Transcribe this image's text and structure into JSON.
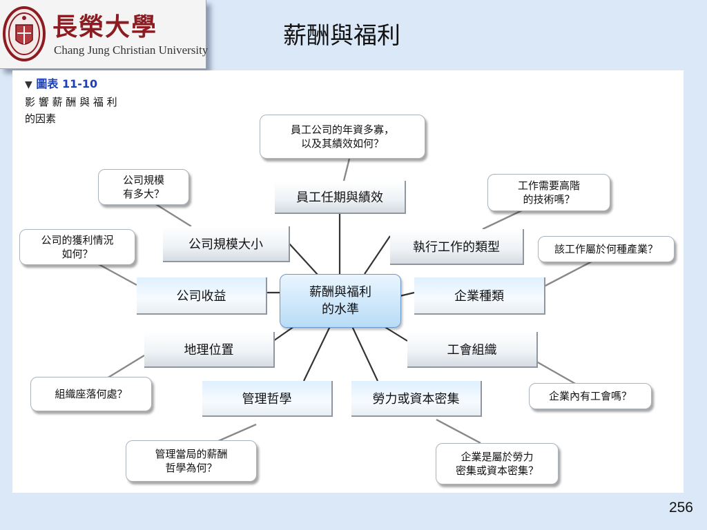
{
  "header": {
    "university_name_cn": "長榮大學",
    "university_name_en": "Chang Jung Christian University",
    "slide_title": "薪酬與福利"
  },
  "figure": {
    "label_prefix": "▼",
    "label_title": "圖表",
    "label_number": "11-10",
    "caption_line1": "影 響 薪 酬 與 福 利",
    "caption_line2": "的因素",
    "center_line1": "薪酬與福利",
    "center_line2": "的水準",
    "factors": {
      "tenure": "員工任期與績效",
      "size": "公司規模大小",
      "profit": "公司收益",
      "location": "地理位置",
      "philosophy": "管理哲學",
      "job_type": "執行工作的類型",
      "industry": "企業種類",
      "union": "工會組織",
      "intensity": "勞力或資本密集"
    },
    "questions": {
      "tenure_l1": "員工公司的年資多寡，",
      "tenure_l2": "以及其績效如何？",
      "size_l1": "公司規模",
      "size_l2": "有多大？",
      "profit_l1": "公司的獲利情況",
      "profit_l2": "如何？",
      "location_l1": "組織座落何處？",
      "philosophy_l1": "管理當局的薪酬",
      "philosophy_l2": "哲學為何？",
      "job_l1": "工作需要高階",
      "job_l2": "的技術嗎？",
      "industry_l1": "該工作屬於何種產業？",
      "union_l1": "企業內有工會嗎？",
      "intensity_l1": "企業是屬於勞力",
      "intensity_l2": "密集或資本密集？"
    }
  },
  "page_number": "256",
  "colors": {
    "background": "#dbe8f7",
    "university_red": "#8c1c22",
    "figure_number_blue": "#1a3fb8",
    "center_fill": "#b8dcf6"
  }
}
